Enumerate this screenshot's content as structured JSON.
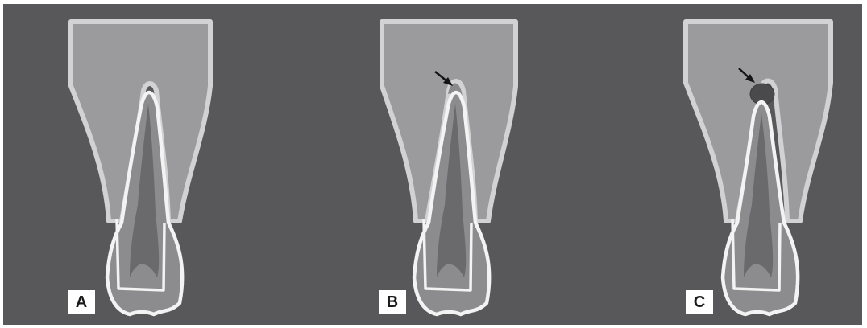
{
  "figure": {
    "colors": {
      "background": "#58585a",
      "bone": "#9b9b9d",
      "bone_outline": "#d2d2d4",
      "tooth": "#8c8c8e",
      "tooth_outline": "#f3f3f3",
      "pulp": "#6a6a6c",
      "lesion": "#4a4a4c",
      "arrow": "#141414",
      "label_bg": "#ffffff",
      "label_text": "#1a1a1a"
    },
    "panels": [
      {
        "label": "A",
        "arrow": false,
        "lesion": "none"
      },
      {
        "label": "B",
        "arrow": true,
        "lesion": "widened-ligament-space"
      },
      {
        "label": "C",
        "arrow": true,
        "lesion": "periapical-radiolucency"
      }
    ]
  }
}
